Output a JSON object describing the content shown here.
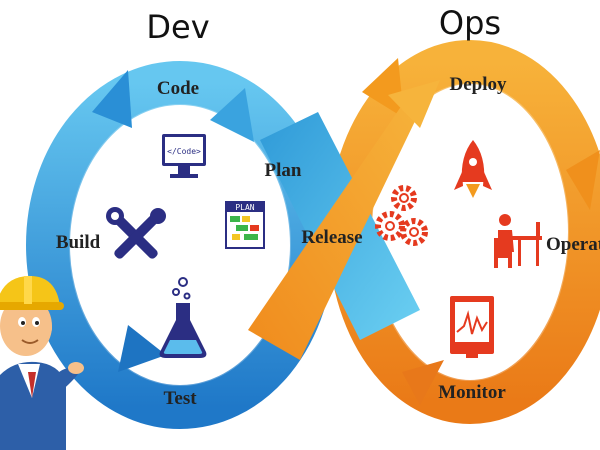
{
  "headings": {
    "dev": "Dev",
    "ops": "Ops"
  },
  "stages": {
    "code": "Code",
    "plan": "Plan",
    "build": "Build",
    "test": "Test",
    "release": "Release",
    "deploy": "Deploy",
    "operate": "Operate",
    "monitor": "Monitor"
  },
  "icons": {
    "code_screen_text": "</Code>",
    "plan_board_text": "PLAN"
  },
  "colors": {
    "dev_blue": "#2a8fd6",
    "dev_blue_light": "#5bbcec",
    "ops_orange": "#f39a1e",
    "ops_orange_dark": "#e8781a",
    "navy_icon": "#2b2e83",
    "red_icon": "#e53a1f"
  }
}
